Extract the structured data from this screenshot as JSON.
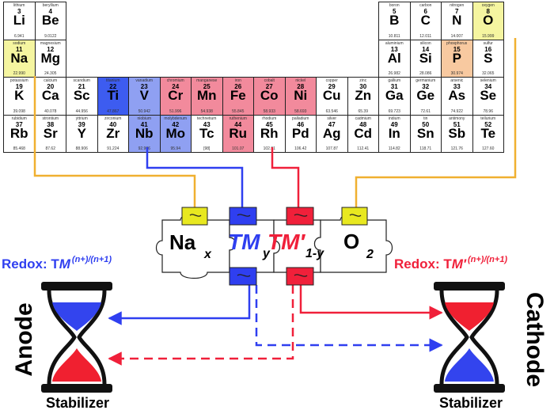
{
  "periodic_table": {
    "elements": [
      {
        "name": "lithium",
        "z": "3",
        "sym": "Li",
        "mass": "6.941",
        "color": "#ffffff",
        "col": 0,
        "row": 0
      },
      {
        "name": "beryllium",
        "z": "4",
        "sym": "Be",
        "mass": "9.0122",
        "color": "#ffffff",
        "col": 1,
        "row": 0
      },
      {
        "name": "sodium",
        "z": "11",
        "sym": "Na",
        "mass": "22.990",
        "color": "#f5f5a0",
        "col": 0,
        "row": 1
      },
      {
        "name": "magnesium",
        "z": "12",
        "sym": "Mg",
        "mass": "24.305",
        "color": "#ffffff",
        "col": 1,
        "row": 1
      },
      {
        "name": "potassium",
        "z": "19",
        "sym": "K",
        "mass": "39.098",
        "color": "#ffffff",
        "col": 0,
        "row": 2
      },
      {
        "name": "calcium",
        "z": "20",
        "sym": "Ca",
        "mass": "40.078",
        "color": "#ffffff",
        "col": 1,
        "row": 2
      },
      {
        "name": "scandium",
        "z": "21",
        "sym": "Sc",
        "mass": "44.956",
        "color": "#ffffff",
        "col": 2,
        "row": 2
      },
      {
        "name": "titanium",
        "z": "22",
        "sym": "Ti",
        "mass": "47.867",
        "color": "#3d5cf0",
        "col": 3,
        "row": 2
      },
      {
        "name": "vanadium",
        "z": "23",
        "sym": "V",
        "mass": "50.942",
        "color": "#8fa0f2",
        "col": 4,
        "row": 2
      },
      {
        "name": "chromium",
        "z": "24",
        "sym": "Cr",
        "mass": "51.996",
        "color": "#f28a9c",
        "col": 5,
        "row": 2
      },
      {
        "name": "manganese",
        "z": "25",
        "sym": "Mn",
        "mass": "54.938",
        "color": "#f28a9c",
        "col": 6,
        "row": 2
      },
      {
        "name": "iron",
        "z": "26",
        "sym": "Fe",
        "mass": "55.845",
        "color": "#f28a9c",
        "col": 7,
        "row": 2
      },
      {
        "name": "cobalt",
        "z": "27",
        "sym": "Co",
        "mass": "58.933",
        "color": "#f28a9c",
        "col": 8,
        "row": 2
      },
      {
        "name": "nickel",
        "z": "28",
        "sym": "Ni",
        "mass": "58.693",
        "color": "#f28a9c",
        "col": 9,
        "row": 2
      },
      {
        "name": "copper",
        "z": "29",
        "sym": "Cu",
        "mass": "63.546",
        "color": "#ffffff",
        "col": 10,
        "row": 2
      },
      {
        "name": "zinc",
        "z": "30",
        "sym": "Zn",
        "mass": "65.39",
        "color": "#ffffff",
        "col": 11,
        "row": 2
      },
      {
        "name": "gallium",
        "z": "31",
        "sym": "Ga",
        "mass": "69.723",
        "color": "#ffffff",
        "col": 12,
        "row": 2
      },
      {
        "name": "germanium",
        "z": "32",
        "sym": "Ge",
        "mass": "72.61",
        "color": "#ffffff",
        "col": 13,
        "row": 2
      },
      {
        "name": "arsenic",
        "z": "33",
        "sym": "As",
        "mass": "74.922",
        "color": "#ffffff",
        "col": 14,
        "row": 2
      },
      {
        "name": "selenium",
        "z": "34",
        "sym": "Se",
        "mass": "78.96",
        "color": "#ffffff",
        "col": 15,
        "row": 2
      },
      {
        "name": "rubidium",
        "z": "37",
        "sym": "Rb",
        "mass": "85.468",
        "color": "#ffffff",
        "col": 0,
        "row": 3
      },
      {
        "name": "strontium",
        "z": "38",
        "sym": "Sr",
        "mass": "87.62",
        "color": "#ffffff",
        "col": 1,
        "row": 3
      },
      {
        "name": "yttrium",
        "z": "39",
        "sym": "Y",
        "mass": "88.906",
        "color": "#ffffff",
        "col": 2,
        "row": 3
      },
      {
        "name": "zirconium",
        "z": "40",
        "sym": "Zr",
        "mass": "91.224",
        "color": "#ffffff",
        "col": 3,
        "row": 3
      },
      {
        "name": "niobium",
        "z": "41",
        "sym": "Nb",
        "mass": "92.906",
        "color": "#8fa0f2",
        "col": 4,
        "row": 3
      },
      {
        "name": "molybdenum",
        "z": "42",
        "sym": "Mo",
        "mass": "95.94",
        "color": "#8fa0f2",
        "col": 5,
        "row": 3
      },
      {
        "name": "technetium",
        "z": "43",
        "sym": "Tc",
        "mass": "[98]",
        "color": "#ffffff",
        "col": 6,
        "row": 3
      },
      {
        "name": "ruthenium",
        "z": "44",
        "sym": "Ru",
        "mass": "101.07",
        "color": "#f28a9c",
        "col": 7,
        "row": 3
      },
      {
        "name": "rhodium",
        "z": "45",
        "sym": "Rh",
        "mass": "102.91",
        "color": "#ffffff",
        "col": 8,
        "row": 3
      },
      {
        "name": "palladium",
        "z": "46",
        "sym": "Pd",
        "mass": "106.42",
        "color": "#ffffff",
        "col": 9,
        "row": 3
      },
      {
        "name": "silver",
        "z": "47",
        "sym": "Ag",
        "mass": "107.87",
        "color": "#ffffff",
        "col": 10,
        "row": 3
      },
      {
        "name": "cadmium",
        "z": "48",
        "sym": "Cd",
        "mass": "112.41",
        "color": "#ffffff",
        "col": 11,
        "row": 3
      },
      {
        "name": "indium",
        "z": "49",
        "sym": "In",
        "mass": "114.82",
        "color": "#ffffff",
        "col": 12,
        "row": 3
      },
      {
        "name": "tin",
        "z": "50",
        "sym": "Sn",
        "mass": "118.71",
        "color": "#ffffff",
        "col": 13,
        "row": 3
      },
      {
        "name": "antimony",
        "z": "51",
        "sym": "Sb",
        "mass": "121.76",
        "color": "#ffffff",
        "col": 14,
        "row": 3
      },
      {
        "name": "tellurium",
        "z": "52",
        "sym": "Te",
        "mass": "127.60",
        "color": "#ffffff",
        "col": 15,
        "row": 3
      },
      {
        "name": "boron",
        "z": "5",
        "sym": "B",
        "mass": "10.811",
        "color": "#ffffff",
        "col": 12,
        "row": 0
      },
      {
        "name": "carbon",
        "z": "6",
        "sym": "C",
        "mass": "12.011",
        "color": "#ffffff",
        "col": 13,
        "row": 0
      },
      {
        "name": "nitrogen",
        "z": "7",
        "sym": "N",
        "mass": "14.007",
        "color": "#ffffff",
        "col": 14,
        "row": 0
      },
      {
        "name": "oxygen",
        "z": "8",
        "sym": "O",
        "mass": "15.999",
        "color": "#f5f5a0",
        "col": 15,
        "row": 0
      },
      {
        "name": "aluminium",
        "z": "13",
        "sym": "Al",
        "mass": "26.982",
        "color": "#ffffff",
        "col": 12,
        "row": 1
      },
      {
        "name": "silicon",
        "z": "14",
        "sym": "Si",
        "mass": "28.086",
        "color": "#ffffff",
        "col": 13,
        "row": 1
      },
      {
        "name": "phosphorus",
        "z": "15",
        "sym": "P",
        "mass": "30.974",
        "color": "#f8c9a0",
        "col": 14,
        "row": 1
      },
      {
        "name": "sulfur",
        "z": "16",
        "sym": "S",
        "mass": "32.065",
        "color": "#ffffff",
        "col": 15,
        "row": 1
      }
    ]
  },
  "puzzle": {
    "na": "Na",
    "x": "x",
    "tm": "TM",
    "y": "y",
    "tm_prime": "TM′",
    "one_minus_y": "1-y",
    "o": "O",
    "two": "2"
  },
  "redox_left": {
    "prefix": "Redox: T",
    "m": "M",
    "sup": "(n+)/(n+1)"
  },
  "redox_right": {
    "prefix": "Redox: T",
    "m": "M′",
    "sup": "(n+)/(n+1)"
  },
  "anode_label": "Anode",
  "cathode_label": "Cathode",
  "stabilizer_left": "Stabilizer",
  "stabilizer_right": "Stabilizer",
  "colors": {
    "blue": "#2f3ff0",
    "red": "#f0203a",
    "yellow": "#e8e820",
    "orange": "#f0b030",
    "sand_blue": "#3344ee",
    "sand_red": "#f02030"
  }
}
